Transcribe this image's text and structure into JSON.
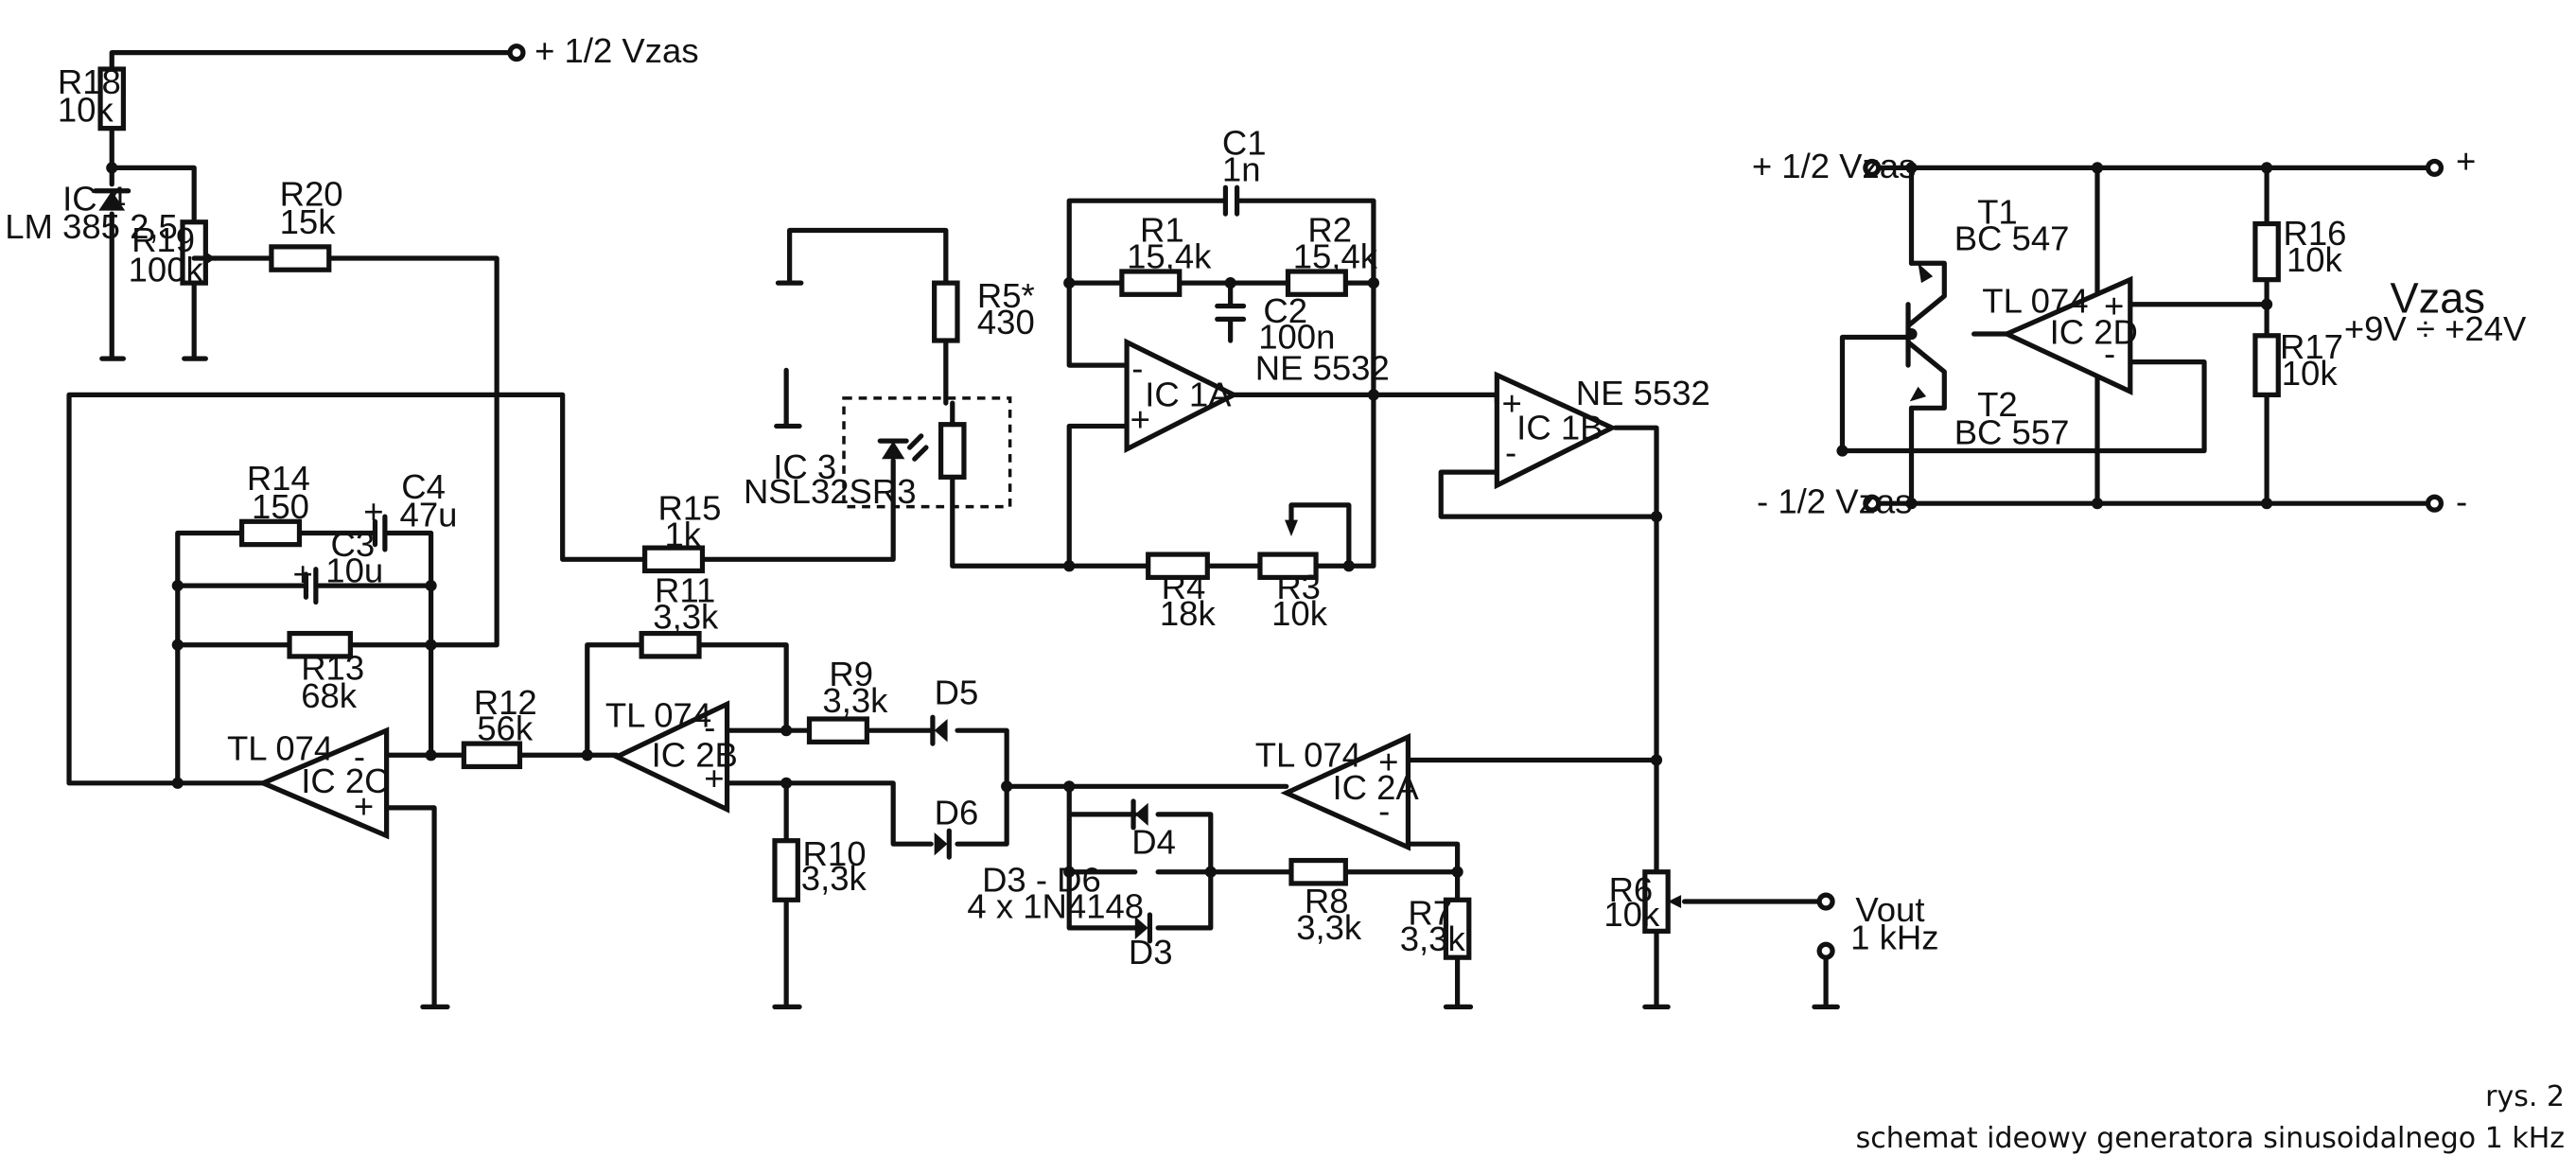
{
  "caption": {
    "figure": "rys. 2",
    "title": "schemat ideowy generatora sinusoidalnego 1 kHz"
  },
  "terminals": {
    "half_vzas": "+ 1/2 Vzas",
    "right_plus_in": "+ 1/2 Vzas",
    "right_minus_in": "- 1/2 Vzas",
    "plus": "+",
    "minus": "-",
    "vzas": "Vzas",
    "vzas_range": "+9V ÷ +24V",
    "vout": "Vout",
    "vout_freq": "1 kHz"
  },
  "opamps": {
    "ic1a": {
      "name": "IC 1A",
      "type": "NE 5532"
    },
    "ic1b": {
      "name": "IC 1B",
      "type": "NE 5532"
    },
    "ic2a": {
      "name": "IC 2A",
      "type": "TL 074"
    },
    "ic2b": {
      "name": "IC 2B",
      "type": "TL 074"
    },
    "ic2c": {
      "name": "IC 2C",
      "type": "TL 074"
    },
    "ic2d": {
      "name": "IC 2D",
      "type": "TL 074"
    }
  },
  "resistors": {
    "r1": {
      "name": "R1",
      "value": "15,4k"
    },
    "r2": {
      "name": "R2",
      "value": "15,4k"
    },
    "r3": {
      "name": "R3",
      "value": "10k"
    },
    "r4": {
      "name": "R4",
      "value": "18k"
    },
    "r5": {
      "name": "R5*",
      "value": "430"
    },
    "r6": {
      "name": "R6",
      "value": "10k"
    },
    "r7": {
      "name": "R7",
      "value": "3,3k"
    },
    "r8": {
      "name": "R8",
      "value": "3,3k"
    },
    "r9": {
      "name": "R9",
      "value": "3,3k"
    },
    "r10": {
      "name": "R10",
      "value": "3,3k"
    },
    "r11": {
      "name": "R11",
      "value": "3,3k"
    },
    "r12": {
      "name": "R12",
      "value": "56k"
    },
    "r13": {
      "name": "R13",
      "value": "68k"
    },
    "r14": {
      "name": "R14",
      "value": "150"
    },
    "r15": {
      "name": "R15",
      "value": "1k"
    },
    "r16": {
      "name": "R16",
      "value": "10k"
    },
    "r17": {
      "name": "R17",
      "value": "10k"
    },
    "r18": {
      "name": "R18",
      "value": "10k"
    },
    "r19": {
      "name": "R19",
      "value": "100k"
    },
    "r20": {
      "name": "R20",
      "value": "15k"
    }
  },
  "capacitors": {
    "c1": {
      "name": "C1",
      "value": "1n"
    },
    "c2": {
      "name": "C2",
      "value": "100n"
    },
    "c3": {
      "name": "C3",
      "value": "10u"
    },
    "c4": {
      "name": "C4",
      "value": "47u"
    }
  },
  "diodes": {
    "d3": "D3",
    "d4": "D4",
    "d5": "D5",
    "d6": "D6",
    "group": "D3 - D6",
    "group_type": "4 x 1N4148"
  },
  "transistors": {
    "t1": {
      "name": "T1",
      "type": "BC 547"
    },
    "t2": {
      "name": "T2",
      "type": "BC 557"
    }
  },
  "ics": {
    "ic3": {
      "name": "IC 3",
      "type": "NSL32SR3"
    },
    "ic4": {
      "name": "IC 4",
      "type": "LM 385 2,5"
    }
  },
  "marks": {
    "plus": "+",
    "minus": "-"
  }
}
